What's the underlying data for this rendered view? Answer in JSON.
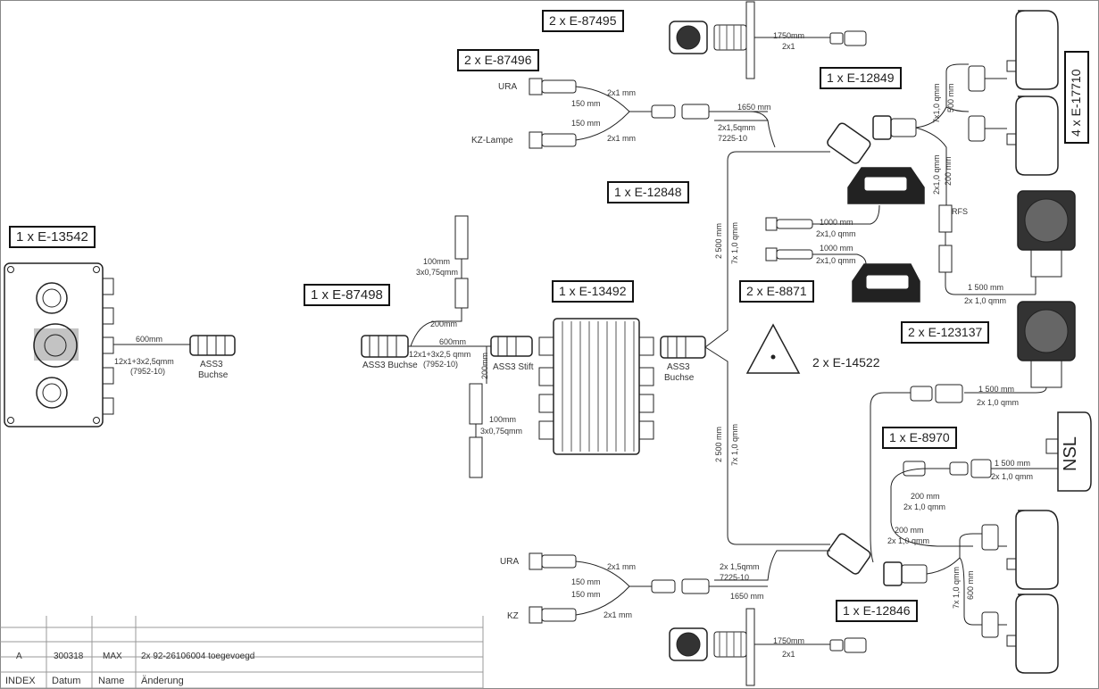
{
  "part_labels": {
    "e87495": "2 x E-87495",
    "e87496": "2 x E-87496",
    "e12849": "1 x E-12849",
    "e17710": "4 x E-17710",
    "e12848": "1 x E-12848",
    "e13542": "1 x E-13542",
    "e87498": "1 x E-87498",
    "e13492": "1 x E-13492",
    "e8871": "2 x E-8871",
    "e123137": "2 x E-123137",
    "e14522": "2 x E-14522",
    "e8970": "1 x E-8970",
    "e12846": "1 x E-12846"
  },
  "cable_texts": {
    "len1750_top": "1750mm",
    "c2x1_top": "2x1",
    "ura": "URA",
    "kz_lampe": "KZ-Lampe",
    "c150_a": "150 mm",
    "c150_b": "150 mm",
    "c2x1mm_a": "2x1 mm",
    "c2x1mm_b": "2x1 mm",
    "len1650_top": "1650 mm",
    "c2x15_top": "2x1,5qmm",
    "code7225_top": "7225-10",
    "v7x1_500": "7x1,0 qmm",
    "v500": "500 mm",
    "v2x1_200": "2x1,0 qmm",
    "v200": "200 mm",
    "rfs": "RFS",
    "len1000_a": "1000 mm",
    "c2x1q_a": "2x1,0 qmm",
    "len1000_b": "1000 mm",
    "c2x1q_b": "2x1,0 qmm",
    "len1500_a": "1 500 mm",
    "c2x1q_c": "2x 1,0 qmm",
    "v2500_top": "2 500 mm",
    "v7x1_top": "7x 1,0 qmm",
    "c100_a": "100mm",
    "c3x075_a": "3x0,75qmm",
    "c200": "200mm",
    "c600_mid": "600mm",
    "c12x1_mid": "12x1+3x2,5 qmm",
    "c7952_mid": "(7952-10)",
    "ass3_buchse_mid": "ASS3 Buchse",
    "ass3_stift": "ASS3 Stift",
    "v200_mid": "200mm",
    "c100_b": "100mm",
    "c3x075_b": "3x0,75qmm",
    "ass3_buchse_right": "ASS3",
    "buchse_right": "Buchse",
    "c600_left": "600mm",
    "c12x1_left": "12x1+3x2,5qmm",
    "c7952_left": "(7952-10)",
    "ass3_left": "ASS3",
    "buchse_left": "Buchse",
    "len1500_b": "1 500 mm",
    "c2x1q_d": "2x 1,0 qmm",
    "nsl": "NSL",
    "len1500_c": "1 500 mm",
    "c2x1q_e": "2x 1,0 qmm",
    "c200_e": "200 mm",
    "c2x1q_f": "2x 1,0 qmm",
    "c200_f": "200 mm",
    "c2x1q_g": "2x 1,0 qmm",
    "v2500_bot": "2 500 mm",
    "v7x1_bot": "7x 1,0 qmm",
    "ura_bot": "URA",
    "kz_bot": "KZ",
    "c150_c": "150 mm",
    "c150_d": "150 mm",
    "c2x1mm_c": "2x1 mm",
    "c2x1mm_d": "2x1 mm",
    "c2x15_bot": "2x 1,5qmm",
    "code7225_bot": "7225-10",
    "len1650_bot": "1650 mm",
    "v600_bot": "600 mm",
    "v7x1_bot_r": "7x 1,0 qmm",
    "len1750_bot": "1750mm",
    "c2x1_bot": "2x1"
  },
  "revision_table": {
    "row": {
      "index": "A",
      "datum": "300318",
      "name": "MAX",
      "aenderung": "2x 92-26106004 toegevoegd"
    },
    "headers": {
      "index": "INDEX",
      "datum": "Datum",
      "name": "Name",
      "aenderung": "Änderung"
    }
  }
}
